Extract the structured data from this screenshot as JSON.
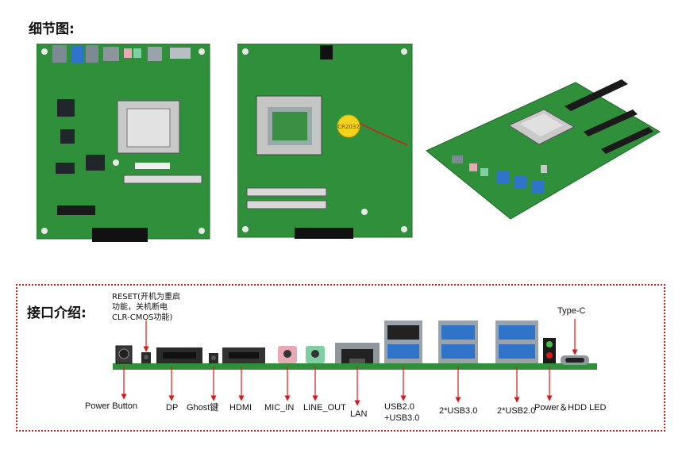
{
  "section_titles": {
    "detail": "细节图:",
    "interface": "接口介绍:"
  },
  "callouts": {
    "reset_line1": "RESET(开机为重启",
    "reset_line2": "功能，关机断电",
    "reset_line3": "CLR-CMOS功能)",
    "type_c": "Type-C",
    "power_button": "Power Button",
    "dp": "DP",
    "ghost": "Ghost键",
    "hdmi": "HDMI",
    "mic_in": "MIC_IN",
    "line_out": "LINE_OUT",
    "lan": "LAN",
    "usb_combo_line1": "USB2.0",
    "usb_combo_line2": "+USB3.0",
    "usb30": "2*USB3.0",
    "usb20": "2*USB2.0",
    "led": "Power＆HDD LED"
  },
  "battery_text": "CR2032",
  "colors": {
    "pcb_green": "#2f8f3a",
    "pcb_dark": "#1f6b28",
    "arrow_red": "#d61a1a",
    "usb3_blue": "#2f74c9"
  }
}
